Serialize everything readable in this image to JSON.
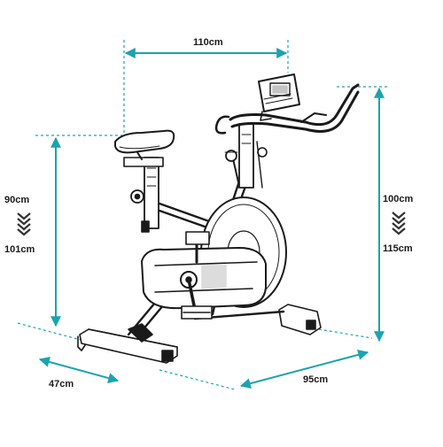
{
  "colors": {
    "dimension_line": "#1ba3b0",
    "bike_stroke": "#1a1a1a",
    "bike_fill": "#ffffff",
    "chevron": "#333333"
  },
  "dimensions": {
    "total_length_top": "110cm",
    "seat_height_min": "90cm",
    "seat_height_max": "101cm",
    "handlebar_height_min": "100cm",
    "handlebar_height_max": "115cm",
    "width": "47cm",
    "length": "95cm"
  }
}
